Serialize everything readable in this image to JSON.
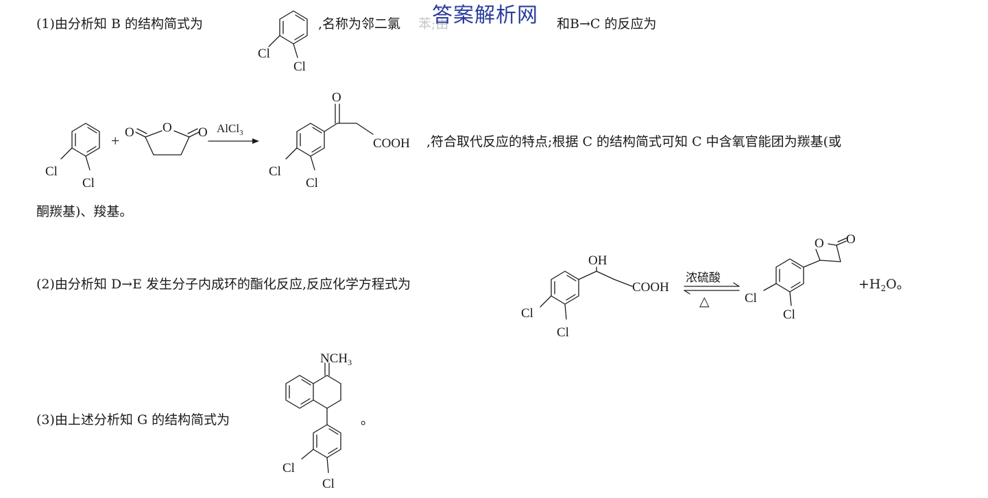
{
  "watermark": "答案解析网",
  "p1": {
    "prefix": "(1)由分析知 B 的结构简式为",
    "mid": ",名称为邻二氯",
    "hidden": "苯;由",
    "suffix": "和B→C 的反应为",
    "b_cl1": "Cl",
    "b_cl2": "Cl"
  },
  "reaction1": {
    "cl1": "Cl",
    "cl2": "Cl",
    "plus": "+",
    "o_left": "O",
    "o_ring": "O",
    "o_right": "O",
    "reagent": "AlCl",
    "reagent_sub": "3",
    "prod_o": "O",
    "prod_cl1": "Cl",
    "prod_cl2": "Cl",
    "prod_cooh": "COOH",
    "after": ",符合取代反应的特点;根据 C 的结构简式可知 C 中含氧官能团为羰基(或"
  },
  "p1_end": "酮羰基)、羧基。",
  "p2": {
    "text": "(2)由分析知 D→E 发生分子内成环的酯化反应,反应化学方程式为",
    "oh": "OH",
    "cl1": "Cl",
    "cl2": "Cl",
    "cooh": "COOH",
    "cond_top": "浓硫酸",
    "cond_bottom": "△",
    "prod_cl1": "Cl",
    "prod_cl2": "Cl",
    "ring_o": "O",
    "carbonyl_o": "O",
    "water_prefix": "+H",
    "water_sub": "2",
    "water_suffix": "O。"
  },
  "p3": {
    "text": "(3)由上述分析知 G 的结构简式为",
    "nch3": "NCH",
    "nch3_sub": "3",
    "cl1": "Cl",
    "cl2": "Cl",
    "end": "。"
  }
}
